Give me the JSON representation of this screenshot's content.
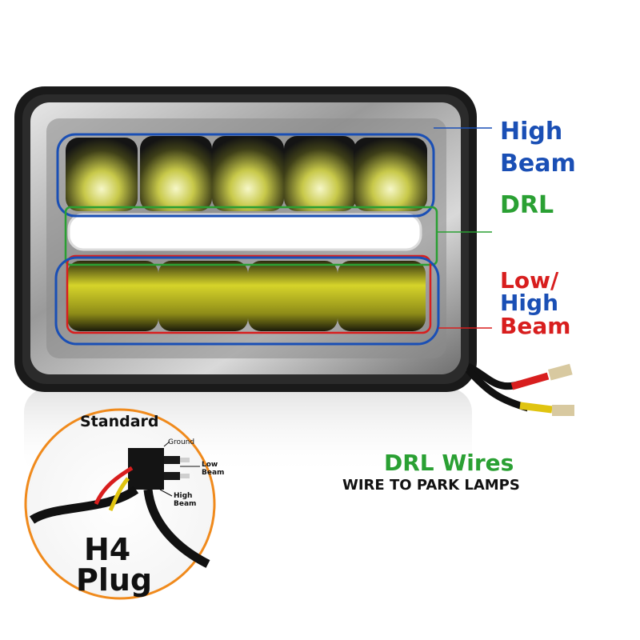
{
  "labels": {
    "high_beam_line1": "High",
    "high_beam_line2": "Beam",
    "drl": "DRL",
    "low_high_line1": "Low/",
    "low_high_line2": "High",
    "low_high_line3": "Beam",
    "drl_wires": "DRL Wires",
    "wire_to_park": "WIRE TO PARK LAMPS"
  },
  "inset": {
    "standard": "Standard",
    "ground": "Ground",
    "low_beam_line1": "Low",
    "low_beam_line2": "Beam",
    "high_beam_line1": "High",
    "high_beam_line2": "Beam",
    "h4": "H4",
    "plug": "Plug"
  },
  "colors": {
    "high_beam": "#1a4fb5",
    "drl": "#2aa033",
    "low_beam": "#d81e1e",
    "inset_ring": "#f08a1c",
    "led_yellow": "#d8d800"
  }
}
